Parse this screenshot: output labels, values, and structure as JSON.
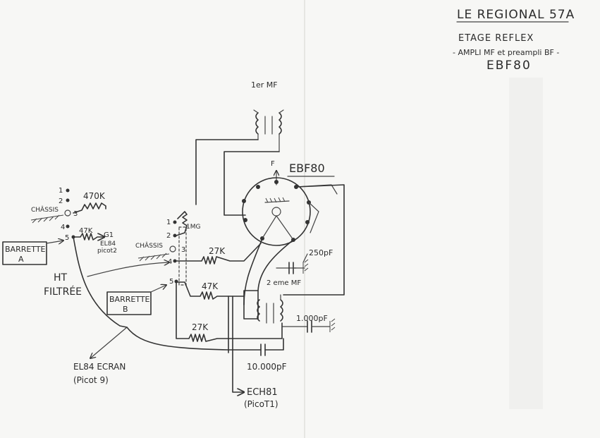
{
  "header": {
    "title": "LE REGIONAL 57A",
    "subtitle": "ETAGE REFLEX",
    "description": "- AMPLI MF et preampli BF -",
    "tube": "EBF80"
  },
  "tube_label": "EBF80",
  "pin_label_f": "F",
  "top_transformer_label": "1er MF",
  "second_transformer_label": "2 eme MF",
  "strip_a": {
    "title": "BARRETTE",
    "letter": "A",
    "pins": [
      "1",
      "2",
      "3",
      "4",
      "5"
    ],
    "chassis_label": "CHÂSSIS",
    "resistor_1": "470K",
    "resistor_2": "47K",
    "g1_label": "G1",
    "el84_label": "EL84",
    "picot_label": "picot2"
  },
  "strip_b": {
    "title": "BARRETTE",
    "letter": "B",
    "pins": [
      "1",
      "2",
      "3",
      "4",
      "5"
    ],
    "chassis_label": "CHÂSSIS",
    "mg_label": "1MG"
  },
  "ht_label": [
    "HT",
    "FILTRÉE"
  ],
  "resistors": [
    "27K",
    "47K",
    "27K"
  ],
  "capacitors": [
    "250pF",
    "1.000pF",
    "10.000pF"
  ],
  "el84_screen": [
    "EL84 ECRAN",
    "(Picot 9)"
  ],
  "ech81": [
    "ECH81",
    "(PicoT1)"
  ]
}
